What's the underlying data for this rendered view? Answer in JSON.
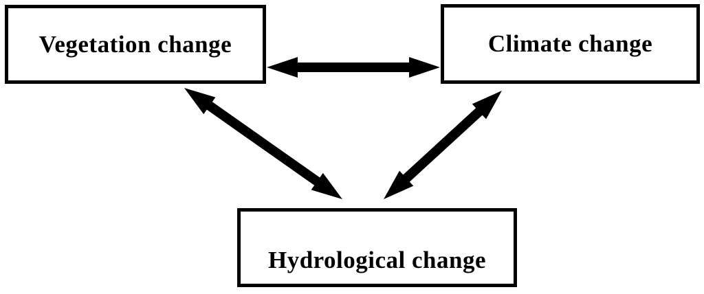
{
  "diagram": {
    "type": "concept-triangle",
    "nodes": [
      {
        "id": "vegetation",
        "label": "Vegetation change"
      },
      {
        "id": "climate",
        "label": "Climate change"
      },
      {
        "id": "hydrological",
        "label": "Hydrological change"
      }
    ],
    "edges": [
      {
        "from": "vegetation",
        "to": "climate",
        "direction": "bidirectional"
      },
      {
        "from": "vegetation",
        "to": "hydrological",
        "direction": "bidirectional"
      },
      {
        "from": "climate",
        "to": "hydrological",
        "direction": "bidirectional"
      }
    ],
    "colors": {
      "foreground": "#000000",
      "background": "#ffffff"
    }
  }
}
